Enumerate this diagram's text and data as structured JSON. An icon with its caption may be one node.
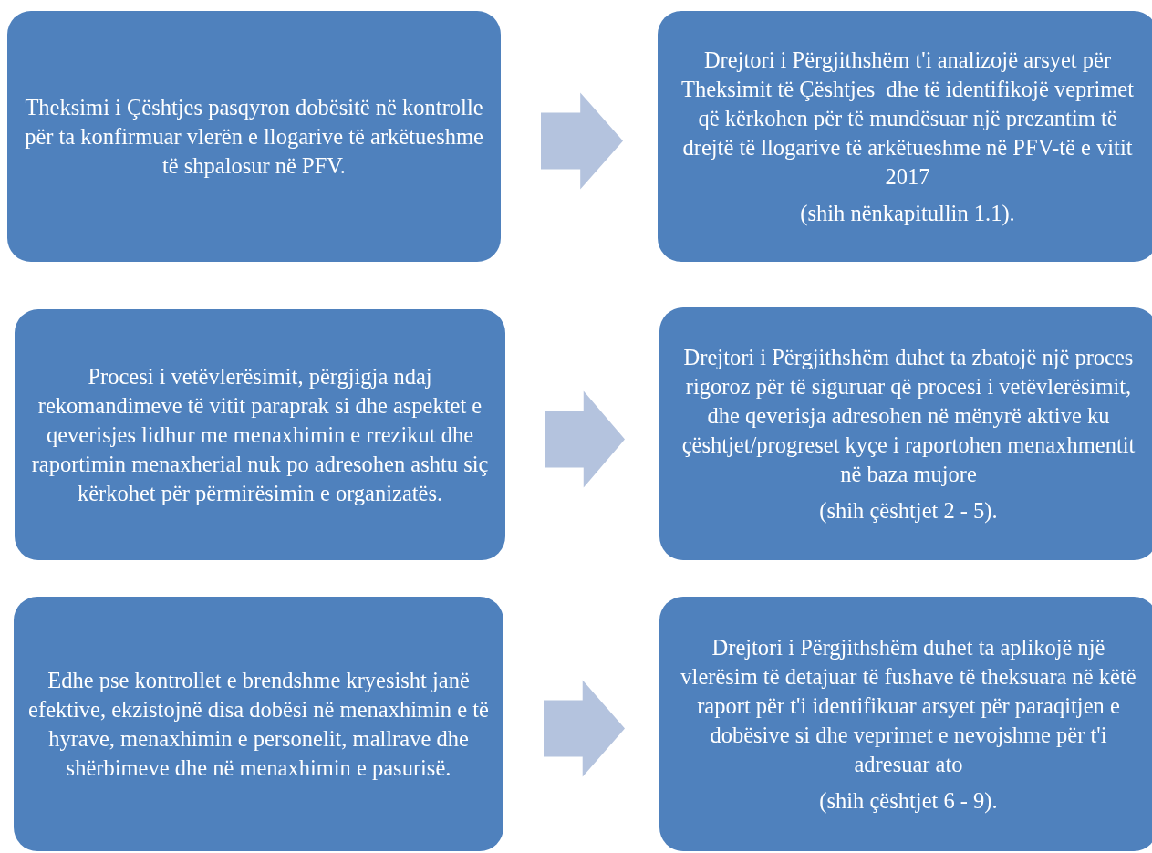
{
  "diagram": {
    "nodes": [
      {
        "text": [
          "Theksimi i Çështjes pasqyron dobësitë në kontrolle për ta konfirmuar vlerën e llogarive të arkëtueshme të shpalosur në PFV."
        ]
      },
      {
        "text": [
          "Drejtori i Përgjithshëm t'i analizojë arsyet për  Theksimit të Çështjes  dhe të identifikojë veprimet që kërkohen për të mundësuar një prezantim të drejtë të llogarive të arkëtueshme në PFV-të e vitit 2017",
          "(shih nënkapitullin 1.1)."
        ]
      },
      {
        "text": [
          "Procesi i vetëvlerësimit, përgjigja ndaj rekomandimeve të vitit paraprak si dhe aspektet e qeverisjes lidhur me menaxhimin e rrezikut dhe raportimin menaxherial nuk po adresohen ashtu siç kërkohet për përmirësimin e organizatës."
        ]
      },
      {
        "text": [
          "Drejtori i Përgjithshëm duhet ta zbatojë një proces rigoroz për të siguruar që procesi i vetëvlerësimit, dhe qeverisja adresohen në mënyrë aktive ku çështjet/progreset kyçe i raportohen menaxhmentit në baza mujore",
          "(shih çështjet 2 - 5)."
        ]
      },
      {
        "text": [
          "Edhe pse kontrollet e brendshme kryesisht janë efektive, ekzistojnë disa dobësi në menaxhimin e të hyrave, menaxhimin e personelit, mallrave dhe shërbimeve dhe në menaxhimin e pasurisë."
        ]
      },
      {
        "text": [
          "Drejtori i Përgjithshëm duhet ta aplikojë një vlerësim të detajuar të fushave të theksuara në këtë raport për t'i identifikuar arsyet për paraqitjen e dobësive si dhe veprimet e nevojshme për t'i adresuar ato",
          "(shih çështjet 6 - 9)."
        ]
      }
    ],
    "edges": [
      {
        "from": 0,
        "to": 1,
        "arrow": "to"
      },
      {
        "from": 2,
        "to": 3,
        "arrow": "to"
      },
      {
        "from": 4,
        "to": 5,
        "arrow": "to"
      }
    ]
  }
}
